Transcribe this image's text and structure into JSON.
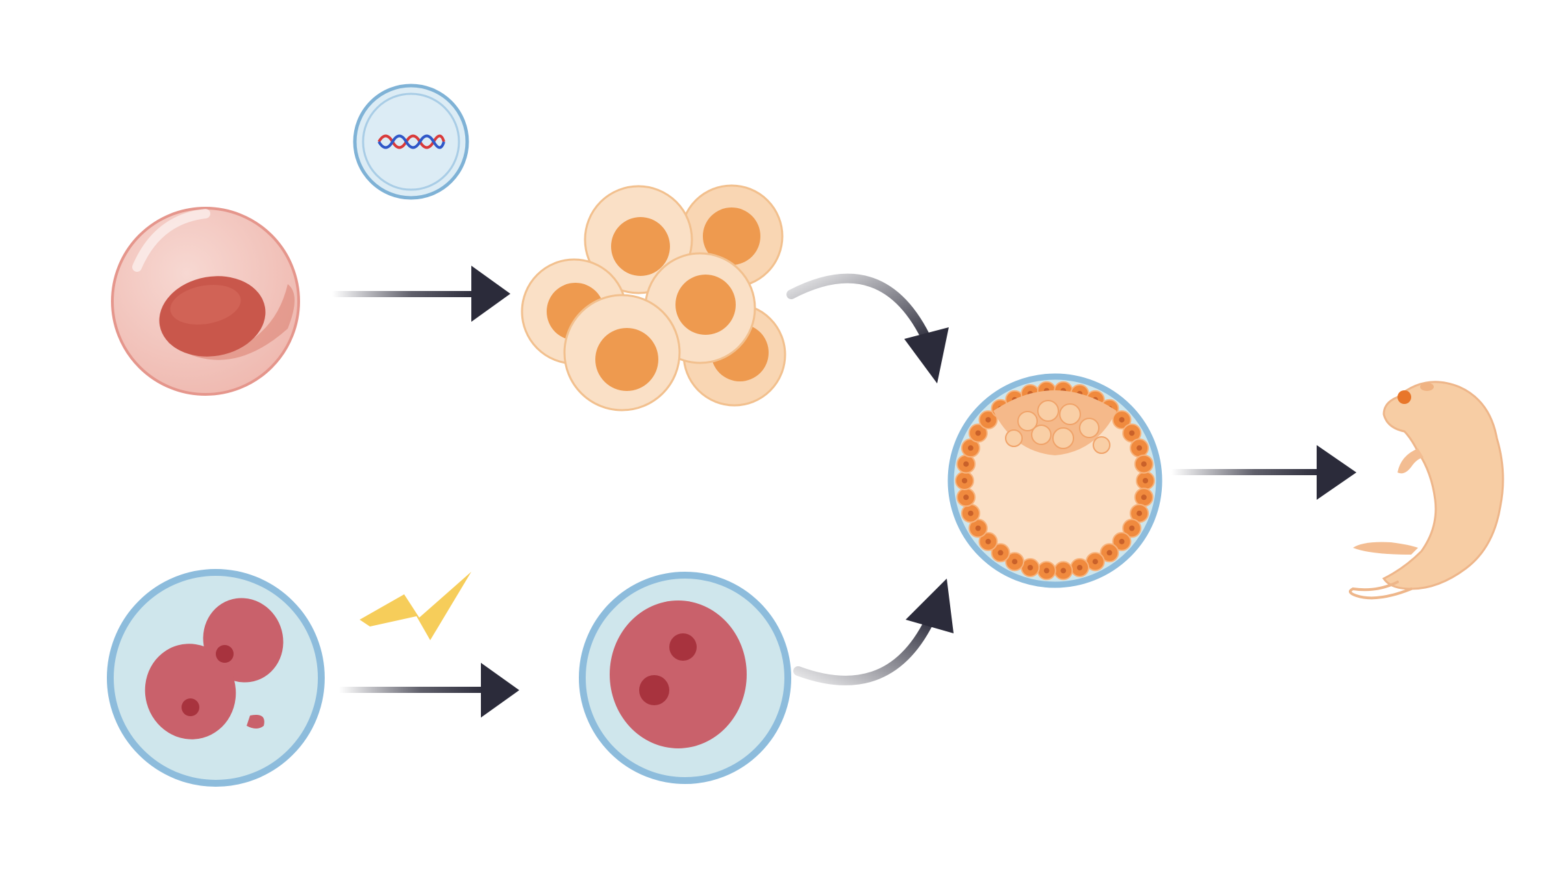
{
  "diagram": {
    "text_labels": [],
    "colors": {
      "background": "#ffffff",
      "arrow_dark": "#2b2b3a",
      "somatic_cell_fill": "#f3c7c0",
      "somatic_cell_nucleus": "#c9574b",
      "dna_vial_fill": "#dcecf5",
      "dna_vial_ring": "#7fb2d6",
      "dna_strand_red": "#d93a3a",
      "dna_strand_blue": "#2f57c8",
      "ips_cell_outer": "#f9d6b3",
      "ips_cell_nucleus": "#ee9a4f",
      "zona_ring": "#8dbcdc",
      "zona_fill": "#cfe6ec",
      "zygote_cell": "#c9616b",
      "zygote_spot": "#a8333e",
      "lightning": "#f6cd5a",
      "blastocyst_cavity": "#fbe0c6",
      "blastocyst_cell": "#f08a3e",
      "fetus": "#f7cda4",
      "fetus_eye": "#e8762a"
    },
    "nodes": [
      {
        "id": "somatic-cell",
        "icon": "somatic-cell-icon"
      },
      {
        "id": "dna-vial",
        "icon": "dna-vial-icon"
      },
      {
        "id": "ips-cell-cluster",
        "icon": "cell-cluster-icon"
      },
      {
        "id": "two-cell-embryo",
        "icon": "two-cell-embryo-icon"
      },
      {
        "id": "electric-pulse",
        "icon": "lightning-icon"
      },
      {
        "id": "tetraploid-embryo",
        "icon": "single-cell-embryo-icon"
      },
      {
        "id": "blastocyst",
        "icon": "blastocyst-icon"
      },
      {
        "id": "mouse-fetus",
        "icon": "mouse-fetus-icon"
      }
    ],
    "edges": [
      {
        "from": "somatic-cell",
        "to": "ips-cell-cluster",
        "style": "straight-arrow"
      },
      {
        "from": "ips-cell-cluster",
        "to": "blastocyst",
        "style": "curved-arrow"
      },
      {
        "from": "two-cell-embryo",
        "to": "tetraploid-embryo",
        "style": "straight-arrow"
      },
      {
        "from": "tetraploid-embryo",
        "to": "blastocyst",
        "style": "curved-arrow"
      },
      {
        "from": "blastocyst",
        "to": "mouse-fetus",
        "style": "straight-arrow"
      }
    ]
  }
}
